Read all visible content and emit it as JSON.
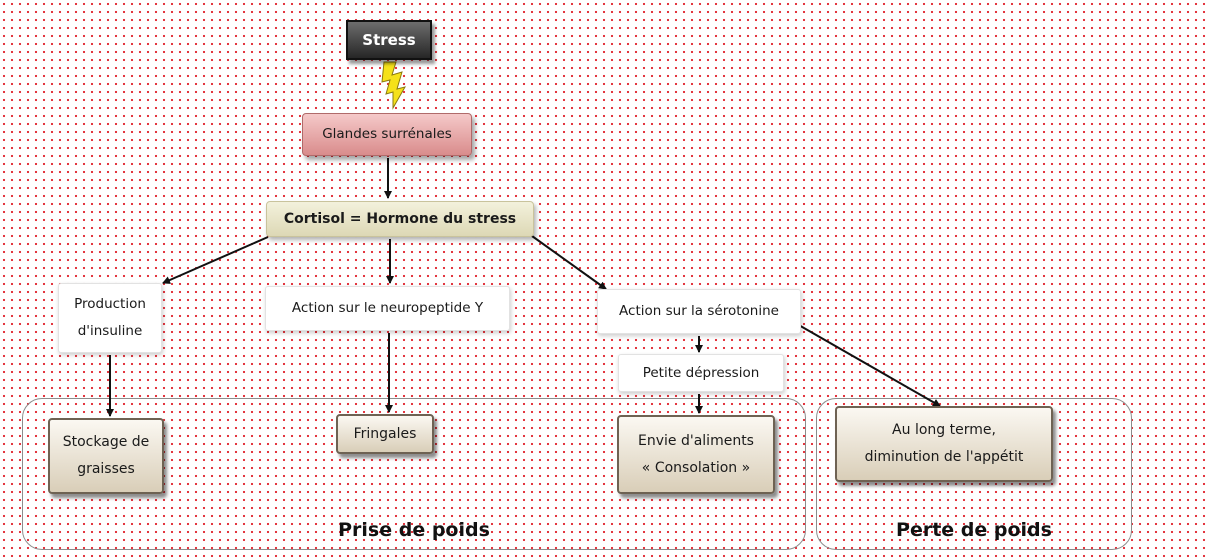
{
  "nodes": {
    "stress": "Stress",
    "glandes": "Glandes surrénales",
    "cortisol": "Cortisol = Hormone du stress",
    "insuline": "Production\nd'insuline",
    "neuropeptide": "Action sur le neuropeptide Y",
    "serotonine": "Action sur la sérotonine",
    "depression": "Petite dépression",
    "stockage": "Stockage de\ngraisses",
    "fringales": "Fringales",
    "envie": "Envie d'aliments\n« Consolation »",
    "appetit": "Au long terme,\ndiminution de l'appétit"
  },
  "groups": {
    "prise": "Prise de poids",
    "perte": "Perte de poids"
  },
  "colors": {
    "dots": "#e0202a",
    "arrow": "#111111",
    "lightning": "#f5e11a"
  },
  "icons": {
    "stress_link": "lightning-bolt-icon"
  }
}
